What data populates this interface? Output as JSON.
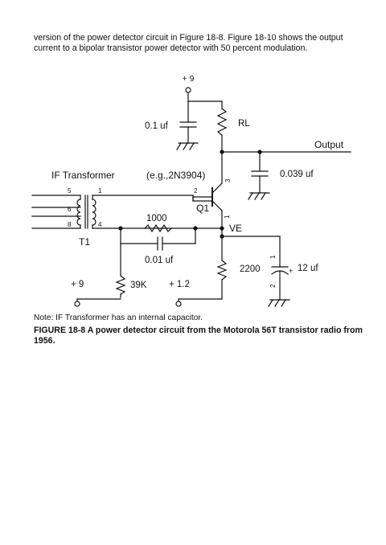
{
  "intro_text": "version of the power detector circuit in Figure 18-8. Figure 18-10 shows the output current to a bipolar transistor power detector with 50 percent modulation.",
  "schematic": {
    "supply_top": "+ 9",
    "cap_bypass": "0.1 uf",
    "load_resistor": "RL",
    "output_label": "Output",
    "if_transformer_label": "IF Transformer",
    "transistor_part": "(e.g.,2N3904)",
    "pin_3": "3",
    "cap_output": "0.039 uf",
    "t_pin_5": "5",
    "t_pin_1": "1",
    "t_pin_6": "6",
    "t_pin_8": "8",
    "t_pin_4": "4",
    "pin_2": "2",
    "transistor_ref": "Q1",
    "feedback_resistor": "1000",
    "pin_1": "1",
    "emitter_node": "VE",
    "transformer_ref": "T1",
    "feedback_cap": "0.01 uf",
    "emitter_resistor": "2200",
    "electrolytic_cap": "12 uf",
    "cap_pin_1": "1",
    "cap_plus": "+",
    "cap_pin_2": "2",
    "supply_left": "+ 9",
    "bias_resistor": "39K",
    "supply_bias": "+ 1.2"
  },
  "note_text": "Note: IF Transformer has an internal capacitor.",
  "caption_text": "FIGURE 18-8 A power detector circuit from the Motorola 56T transistor radio from 1956."
}
